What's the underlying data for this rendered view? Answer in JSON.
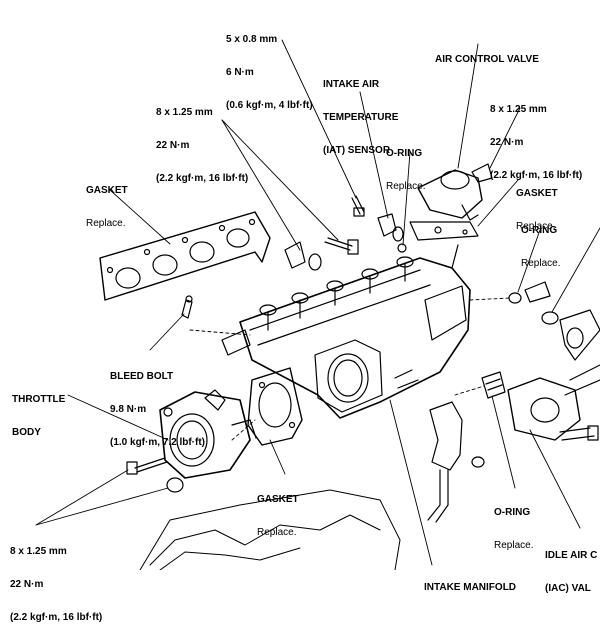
{
  "labels": {
    "bolt_top": {
      "lines": [
        "5 x 0.8 mm",
        "6 N·m",
        "(0.6 kgf·m, 4 lbf·ft)"
      ]
    },
    "iat_sensor": {
      "lines": [
        "INTAKE AIR",
        "TEMPERATURE",
        "(IAT) SENSOR"
      ]
    },
    "air_control_valve": {
      "lines": [
        "AIR CONTROL VALVE"
      ]
    },
    "bolt_upper_left": {
      "lines": [
        "8 x 1.25 mm",
        "22 N·m",
        "(2.2 kgf·m, 16 lbf·ft)"
      ]
    },
    "bolt_upper_right": {
      "lines": [
        "8 x 1.25 mm",
        "22 N·m",
        "(2.2 kgf·m, 16 lbf·ft)"
      ]
    },
    "oring_top": {
      "title": "O-RING",
      "note": "Replace."
    },
    "gasket_right": {
      "title": "GASKET",
      "note": "Replace."
    },
    "oring_right": {
      "title": "O-RING",
      "note": "Replace."
    },
    "gasket_left": {
      "title": "GASKET",
      "note": "Replace."
    },
    "bleed_bolt": {
      "lines": [
        "BLEED BOLT",
        "9.8 N·m",
        "(1.0 kgf·m, 7.2 lbf·ft)"
      ]
    },
    "throttle_body": {
      "lines": [
        "THROTTLE",
        "BODY"
      ]
    },
    "gasket_bottom": {
      "title": "GASKET",
      "note": "Replace."
    },
    "oring_bottom": {
      "title": "O-RING",
      "note": "Replace."
    },
    "bolt_bottom_left": {
      "lines": [
        "8 x 1.25 mm",
        "22 N·m",
        "(2.2 kgf·m, 16 lbf·ft)"
      ]
    },
    "iac_valve": {
      "lines": [
        "IDLE AIR C",
        "(IAC) VAL"
      ]
    },
    "intake_manifold": {
      "lines": [
        "INTAKE MANIFOLD"
      ]
    }
  }
}
